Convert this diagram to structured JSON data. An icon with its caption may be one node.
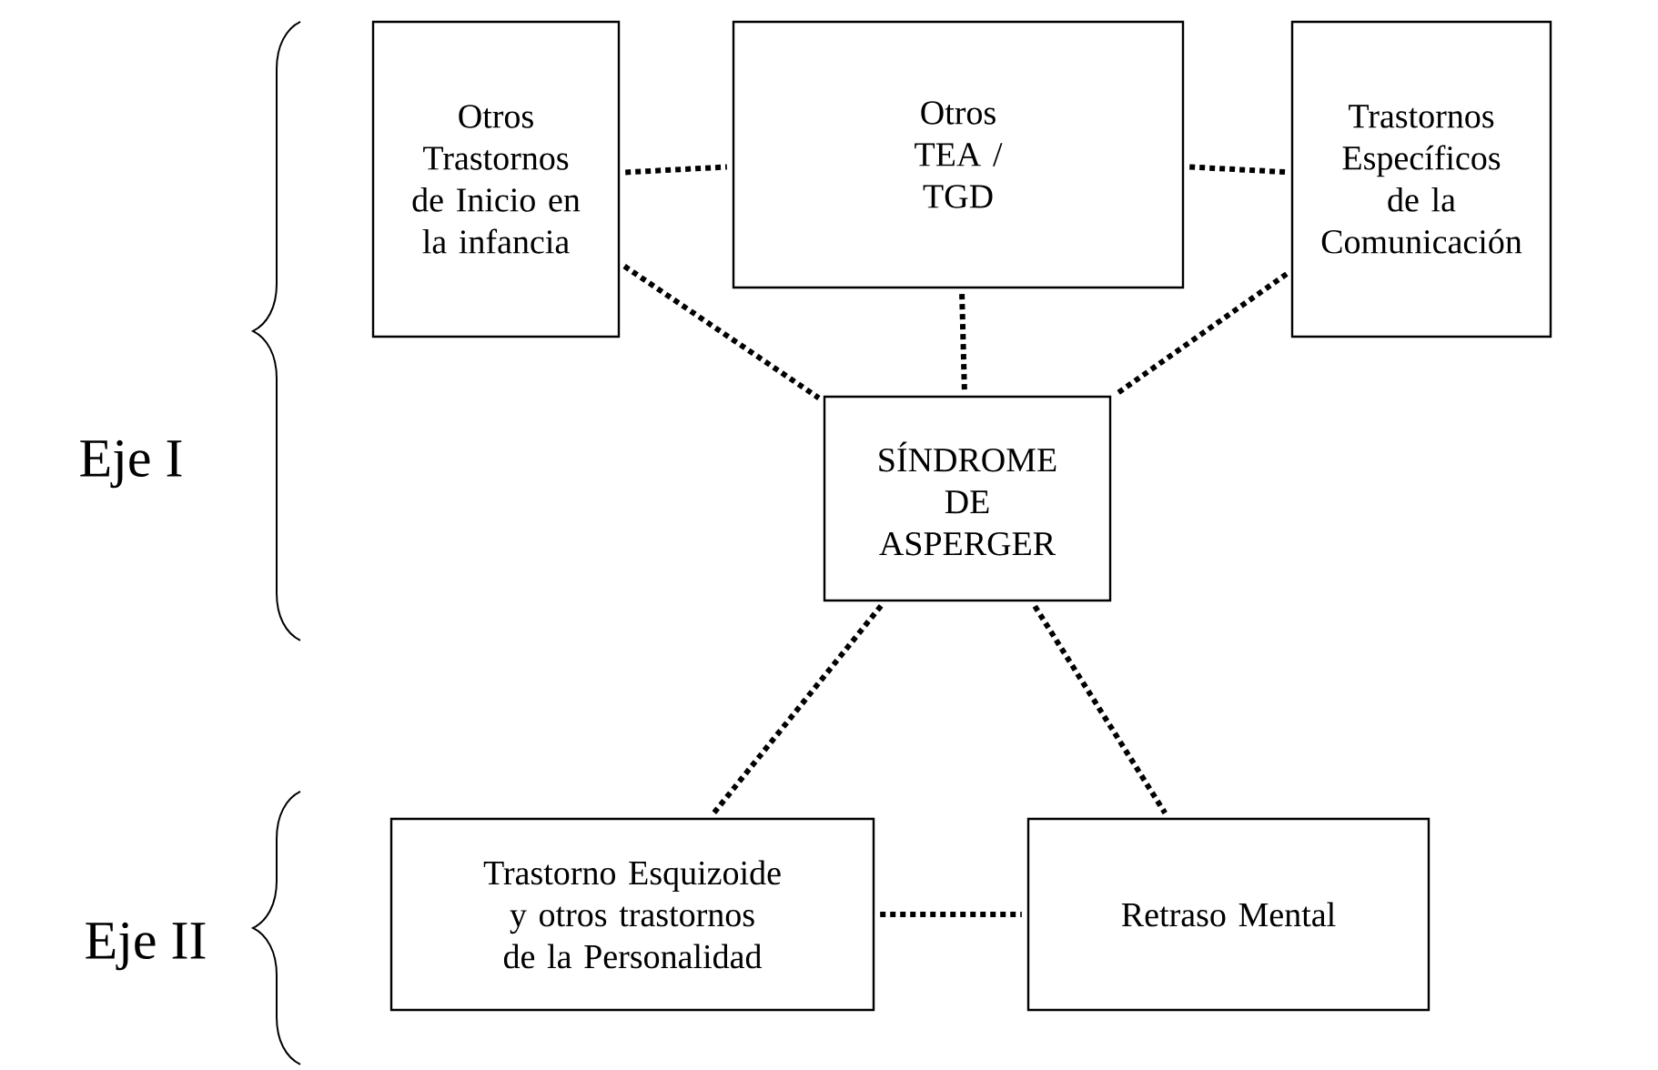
{
  "diagram": {
    "nodes": [
      {
        "text": [
          "Otros Trastornos de Inicio en la infancia"
        ]
      },
      {
        "text": [
          "Otros TEA / TGD"
        ]
      },
      {
        "text": [
          "Trastornos Específicos de la Comunicación"
        ]
      },
      {
        "text": [
          "SÍNDROME DE ASPERGER"
        ]
      },
      {
        "text": [
          "Trastorno Esquizoide y otros trastornos de la Personalidad"
        ]
      },
      {
        "text": [
          "Retraso Mental"
        ]
      }
    ],
    "edges": [
      {
        "from": 0,
        "to": 1,
        "arrow": "none"
      },
      {
        "from": 1,
        "to": 2,
        "arrow": "none"
      },
      {
        "from": 1,
        "to": 3,
        "arrow": "none"
      },
      {
        "from": 0,
        "to": 3,
        "arrow": "none"
      },
      {
        "from": 2,
        "to": 3,
        "arrow": "none"
      },
      {
        "from": 3,
        "to": 4,
        "arrow": "none"
      },
      {
        "from": 3,
        "to": 5,
        "arrow": "none"
      },
      {
        "from": 4,
        "to": 5,
        "arrow": "none"
      }
    ],
    "labels": [
      "Eje I",
      "Eje II"
    ]
  }
}
